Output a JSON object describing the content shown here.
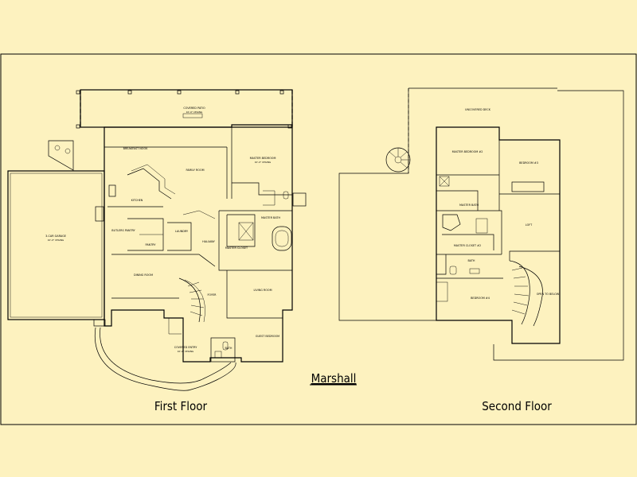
{
  "plan": {
    "title": "Marshall",
    "first_floor_label": "First Floor",
    "second_floor_label": "Second Floor"
  },
  "first_floor_rooms": {
    "covered_patio": "COVERED PATIO",
    "covered_patio_sub": "10'-0\" CEILING",
    "breakfast_nook": "BREAKFAST NOOK",
    "family_room": "FAMILY ROOM",
    "master_bedroom": "MASTER BEDROOM",
    "master_bedroom_sub": "10'-0\" CEILING",
    "kitchen": "KITCHEN",
    "butlers_pantry": "BUTLERS PANTRY",
    "pantry": "PANTRY",
    "laundry": "LAUNDRY",
    "hallway": "HALLWAY",
    "master_bath": "MASTER BATH",
    "master_closet": "MASTER CLOSET",
    "garage": "3-CAR GARAGE",
    "garage_sub": "10'-0\" CEILING",
    "dining_room": "DINING ROOM",
    "foyer": "FOYER",
    "living_room": "LIVING ROOM",
    "covered_entry": "COVERED ENTRY",
    "covered_entry_sub": "10'-0\" CEILING",
    "guest_bedroom": "GUEST BEDROOM",
    "bath": "BATH"
  },
  "second_floor_rooms": {
    "uncovered_deck": "UNCOVERED DECK",
    "master_bedroom_2": "MASTER BEDROOM #2",
    "bedroom_3": "BEDROOM #3",
    "master_bath_2": "MASTER BATH",
    "loft": "LOFT",
    "master_closet_2": "MASTER CLOSET #2",
    "bath_2": "BATH",
    "bedroom_4": "BEDROOM #4",
    "open_to_below": "OPEN TO BELOW"
  },
  "colors": {
    "background": "#fdf2bf",
    "lines": "#000000"
  }
}
